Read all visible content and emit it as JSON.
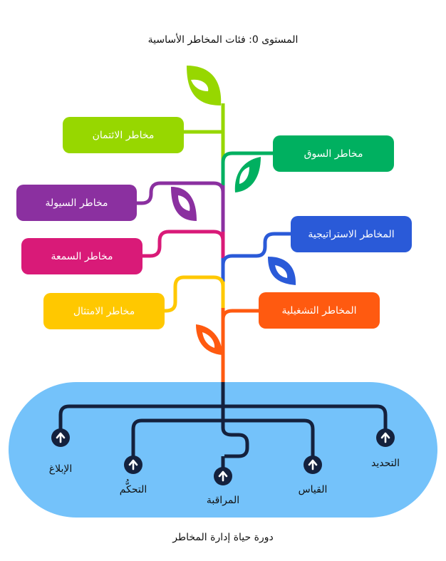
{
  "title": "المستوى 0: فئات المخاطر الأساسية",
  "footer": "دورة حياة إدارة المخاطر",
  "categories": [
    {
      "label": "مخاطر الائتمان",
      "color": "#97d700"
    },
    {
      "label": "مخاطر السوق",
      "color": "#00b060"
    },
    {
      "label": "مخاطر السيولة",
      "color": "#8b30a0"
    },
    {
      "label": "مخاطر السمعة",
      "color": "#d91a78"
    },
    {
      "label": "المخاطر الاستراتيجية",
      "color": "#2a5ad8"
    },
    {
      "label": "مخاطر الامتثال",
      "color": "#ffc800"
    },
    {
      "label": "المخاطر التشغيلية",
      "color": "#ff5a10"
    }
  ],
  "lifecycle": [
    {
      "label": "التحديد"
    },
    {
      "label": "القياس"
    },
    {
      "label": "المراقبة"
    },
    {
      "label": "التحكُّم"
    },
    {
      "label": "الإبلاغ"
    }
  ],
  "colors": {
    "pool": "#74c2fa",
    "dark": "#14213d",
    "leaf_top": "#97d700",
    "leaf_bottom": "#ff5a10"
  }
}
